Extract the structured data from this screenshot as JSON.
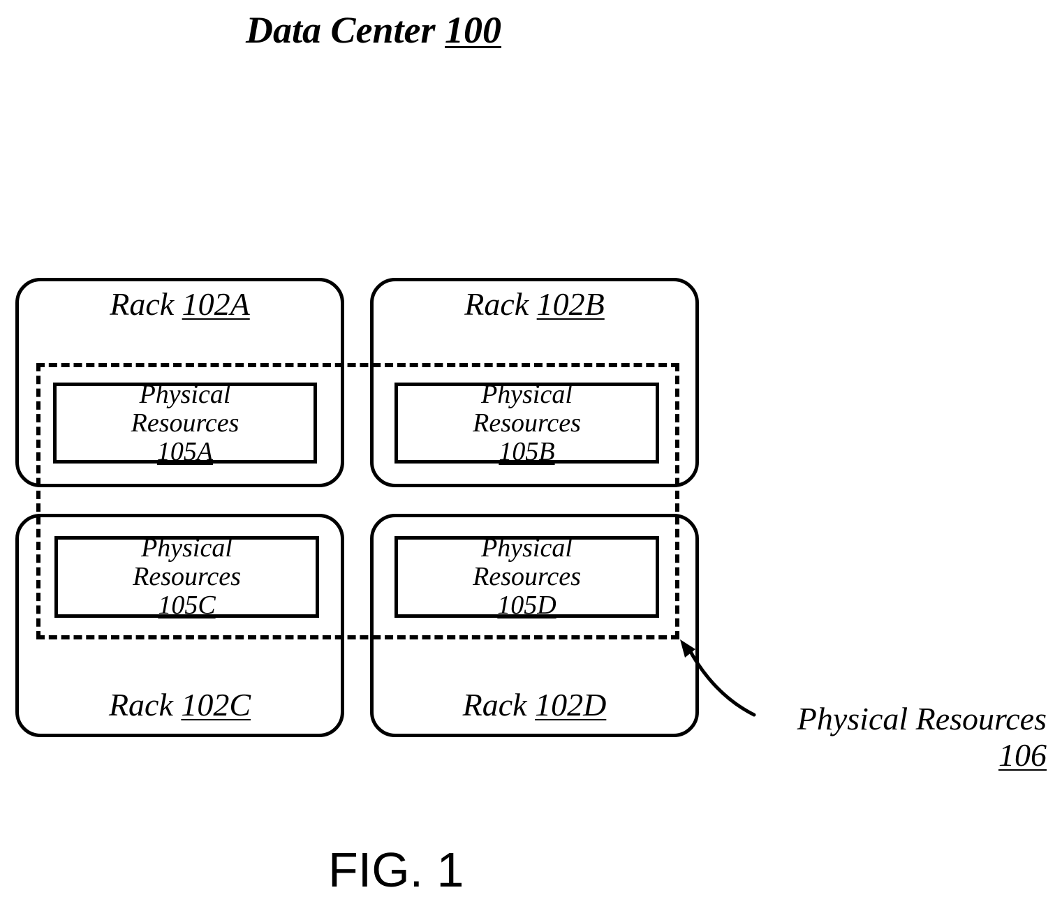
{
  "title": {
    "text": "Data Center ",
    "ref": "100"
  },
  "racks": [
    {
      "label": "Rack ",
      "ref": "102A"
    },
    {
      "label": "Rack ",
      "ref": "102B"
    },
    {
      "label": "Rack ",
      "ref": "102C"
    },
    {
      "label": "Rack ",
      "ref": "102D"
    }
  ],
  "resources": [
    {
      "line1": "Physical",
      "line2": "Resources ",
      "ref": "105A"
    },
    {
      "line1": "Physical",
      "line2": "Resources ",
      "ref": "105B"
    },
    {
      "line1": "Physical",
      "line2": "Resources ",
      "ref": "105C"
    },
    {
      "line1": "Physical",
      "line2": "Resources ",
      "ref": "105D"
    }
  ],
  "group": {
    "line1": "Physical Resources",
    "ref": "106"
  },
  "figure": "FIG. 1"
}
